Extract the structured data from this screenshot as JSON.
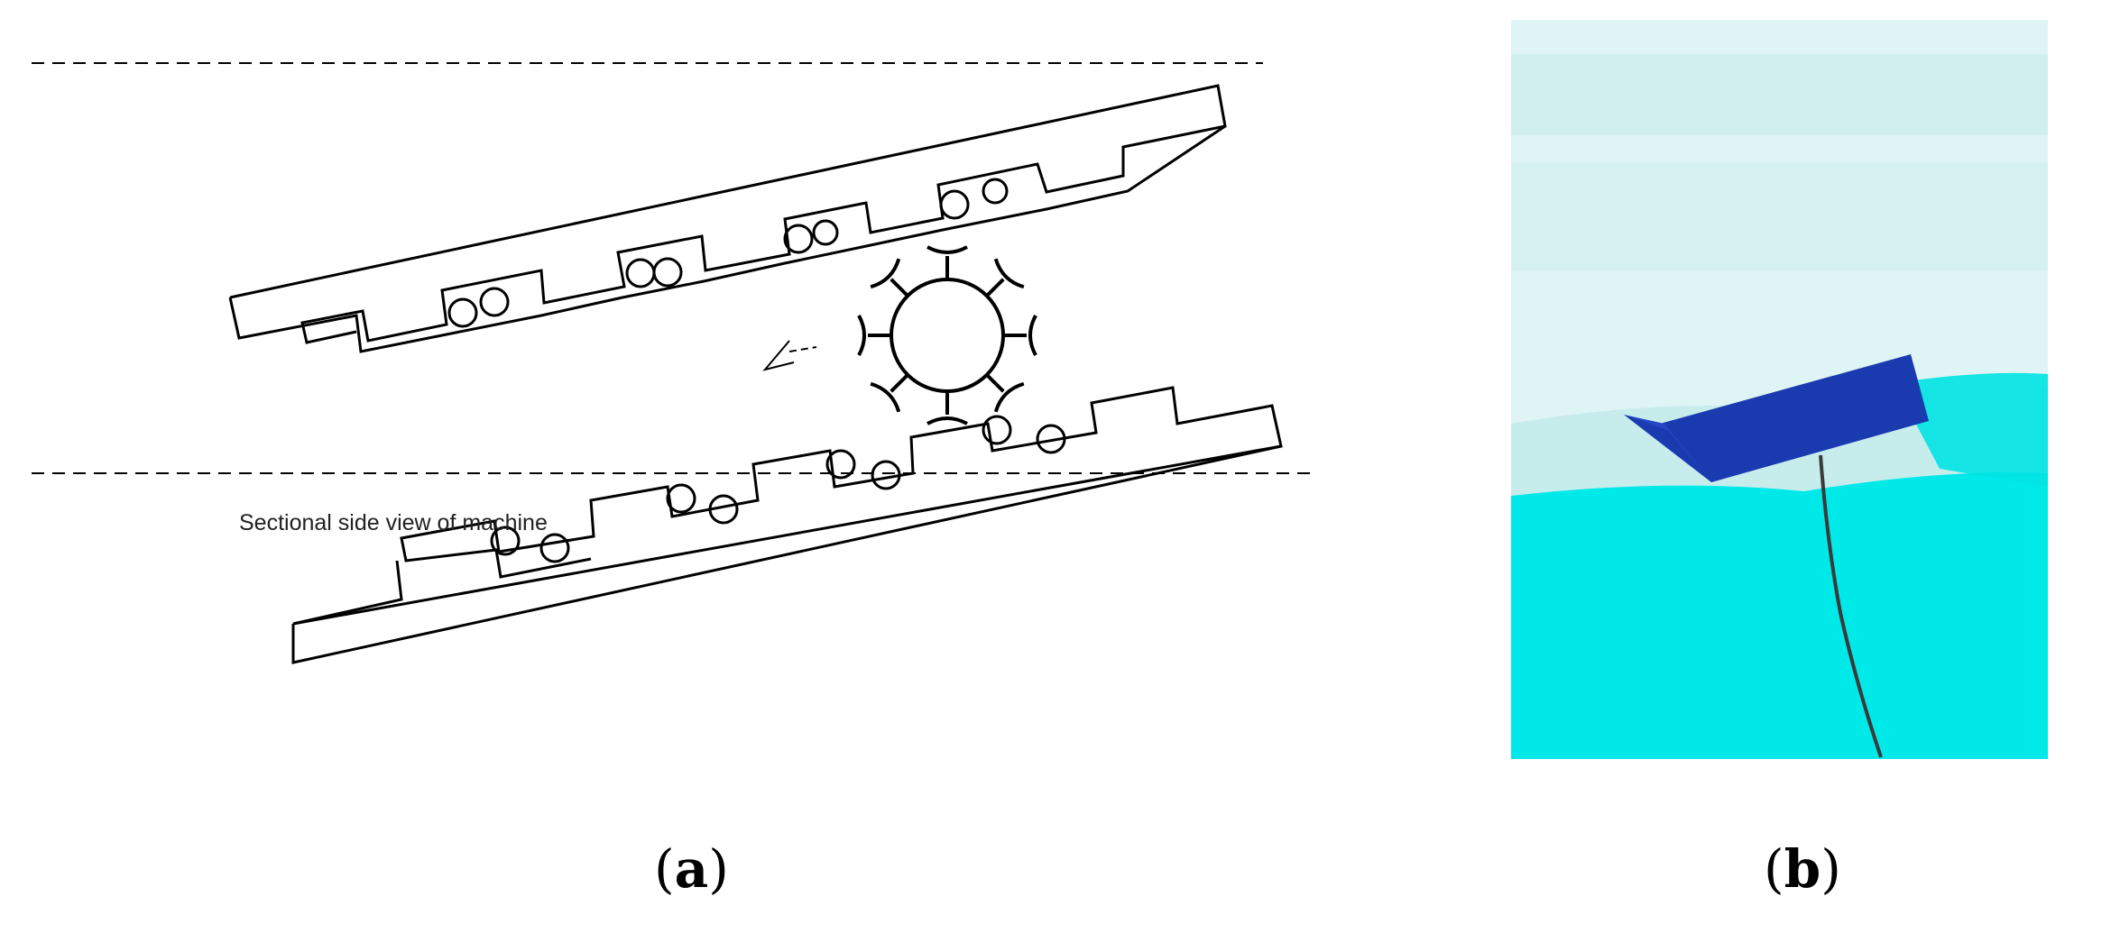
{
  "panel_a": {
    "label": "Sectional side view of machine",
    "caption_letter": "a"
  },
  "panel_b": {
    "caption_letter": "b"
  },
  "colors": {
    "line": "#000000",
    "sky_light": "#dff4f4",
    "sky_mid": "#bfeaea",
    "water": "#00e9e9",
    "boat": "#1a3bb0",
    "tether": "#3a3a3a"
  }
}
